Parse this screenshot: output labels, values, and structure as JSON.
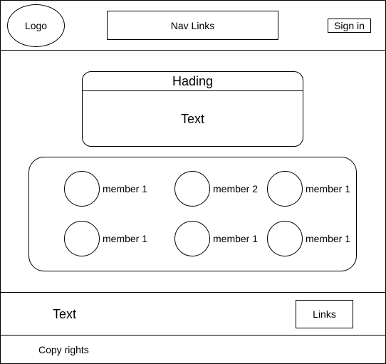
{
  "header": {
    "logo_label": "Logo",
    "nav_label": "Nav Links",
    "signin_label": "Sign in"
  },
  "card": {
    "heading": "Hading",
    "text": "Text"
  },
  "team": {
    "members": [
      {
        "name": "member 1"
      },
      {
        "name": "member 2"
      },
      {
        "name": "member 1"
      },
      {
        "name": "member 1"
      },
      {
        "name": "member 1"
      },
      {
        "name": "member 1"
      }
    ]
  },
  "footer": {
    "text": "Text",
    "links_label": "Links",
    "copyright": "Copy rights"
  }
}
